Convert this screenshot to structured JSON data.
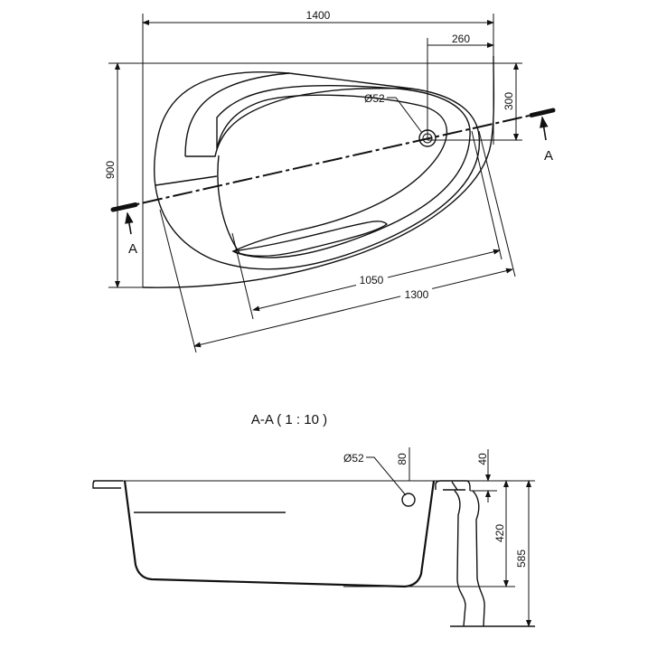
{
  "top_view": {
    "dim_width": "1400",
    "dim_drain_offset_x": "260",
    "dim_drain_offset_y": "300",
    "dim_height": "900",
    "dim_inner_length": "1050",
    "dim_outer_length": "1300",
    "drain_label": "Ø52",
    "section_marker_left": "A",
    "section_marker_right": "A"
  },
  "section_view": {
    "title": "A-A  ( 1 : 10 )",
    "drain_label": "Ø52",
    "dim_drain_depth": "80",
    "dim_rim": "40",
    "dim_tub_depth": "420",
    "dim_total_height": "585"
  }
}
